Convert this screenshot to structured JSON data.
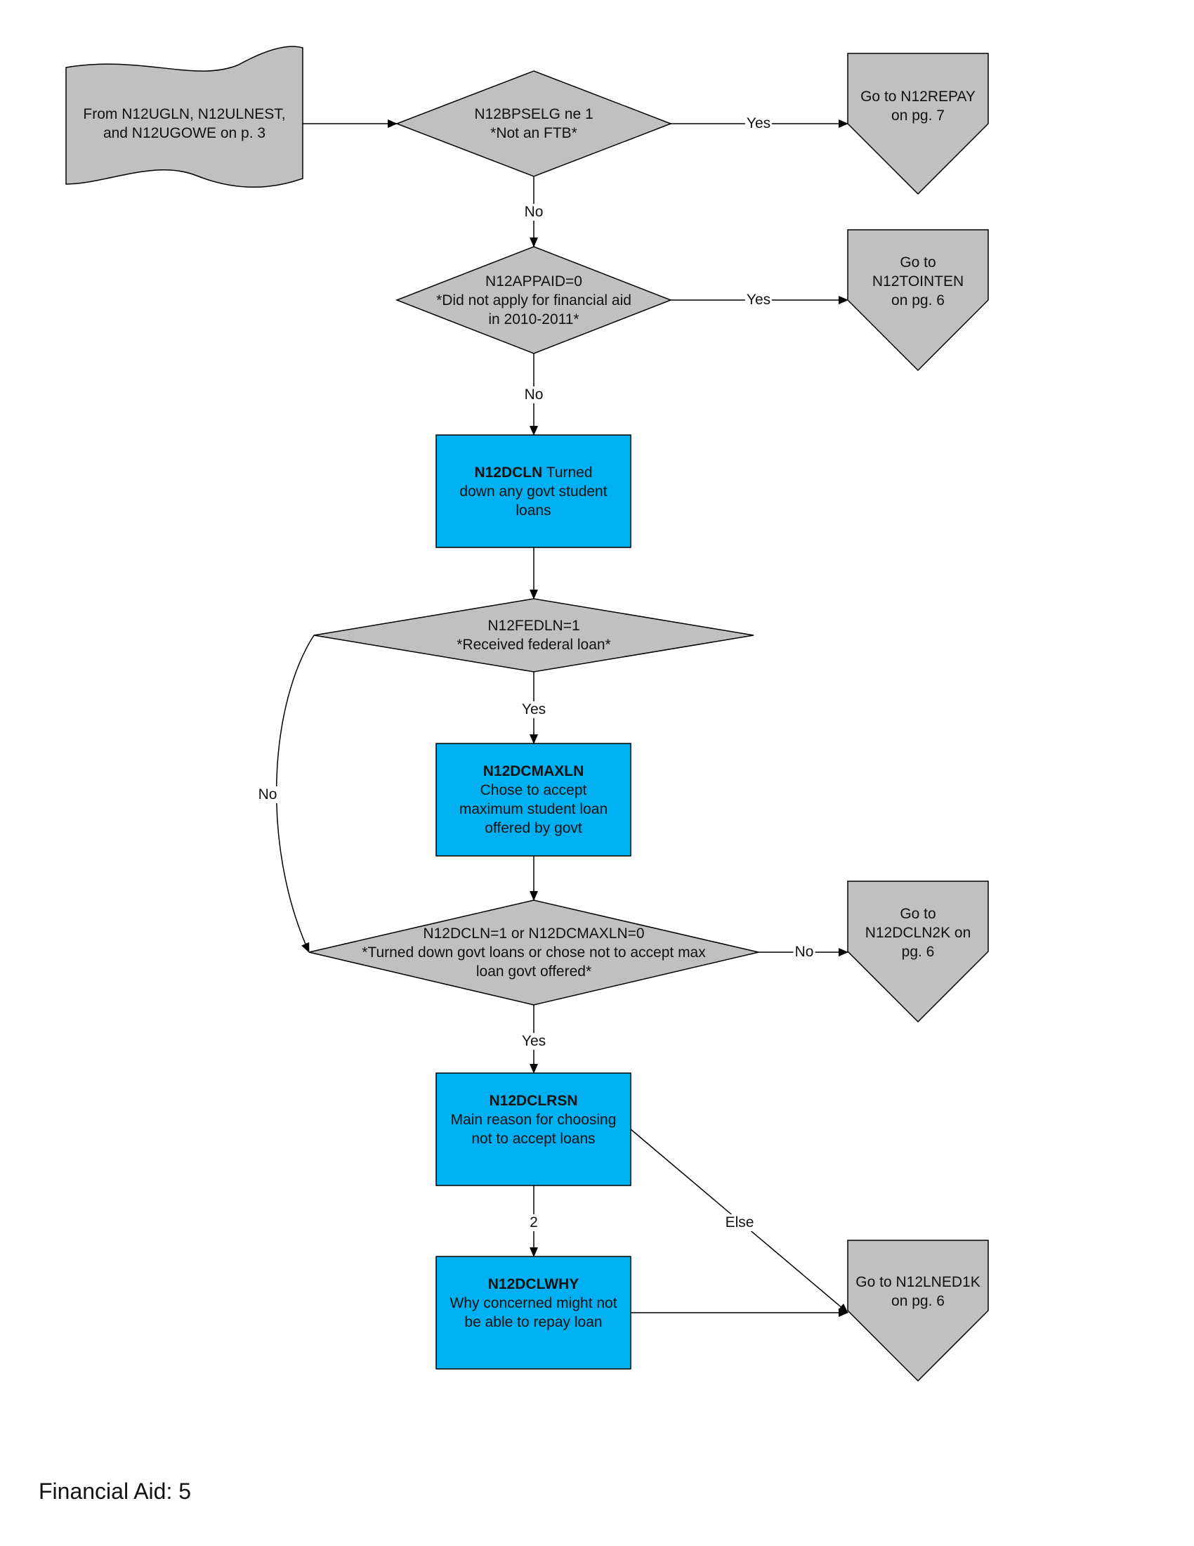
{
  "colors": {
    "decision_fill": "#c0c0c0",
    "process_fill": "#00b0f0",
    "stroke": "#000000"
  },
  "nodes": {
    "start": {
      "lines": [
        "From N12UGLN, N12ULNEST,",
        "and N12UGOWE on p. 3"
      ]
    },
    "d1": {
      "lines": [
        "N12BPSELG ne 1",
        "*Not an FTB*"
      ]
    },
    "goto_repay": {
      "lines": [
        "Go to N12REPAY",
        "on pg. 7"
      ]
    },
    "d2": {
      "lines": [
        "N12APPAID=0",
        "*Did not apply for financial aid",
        "in 2010-2011*"
      ]
    },
    "goto_tointen": {
      "lines": [
        "Go to",
        "N12TOINTEN",
        "on pg. 6"
      ]
    },
    "p1": {
      "bold": "N12DCLN",
      "rest": " Turned",
      "lines": [
        "down any govt student",
        "loans"
      ]
    },
    "d3": {
      "lines": [
        "N12FEDLN=1",
        "*Received federal loan*"
      ]
    },
    "p2": {
      "bold": "N12DCMAXLN",
      "lines": [
        "Chose to accept",
        "maximum student loan",
        "offered by govt"
      ]
    },
    "d4": {
      "lines": [
        "N12DCLN=1 or N12DCMAXLN=0",
        "*Turned down govt loans or chose not to accept max",
        "loan govt offered*"
      ]
    },
    "goto_dcln2k": {
      "lines": [
        "Go to",
        "N12DCLN2K on",
        "pg. 6"
      ]
    },
    "p3": {
      "bold": "N12DCLRSN",
      "lines": [
        "Main reason for choosing",
        "not to accept loans"
      ]
    },
    "p4": {
      "bold": "N12DCLWHY",
      "lines": [
        "Why concerned might not",
        "be able to repay loan"
      ]
    },
    "goto_lned1k": {
      "lines": [
        "Go to N12LNED1K",
        "on pg. 6"
      ]
    }
  },
  "edge_labels": {
    "d1_yes": "Yes",
    "d1_no": "No",
    "d2_yes": "Yes",
    "d2_no": "No",
    "d3_yes": "Yes",
    "d3_no": "No",
    "d4_no": "No",
    "d4_yes": "Yes",
    "p3_2": "2",
    "p3_else": "Else"
  },
  "footer": "Financial Aid: 5"
}
